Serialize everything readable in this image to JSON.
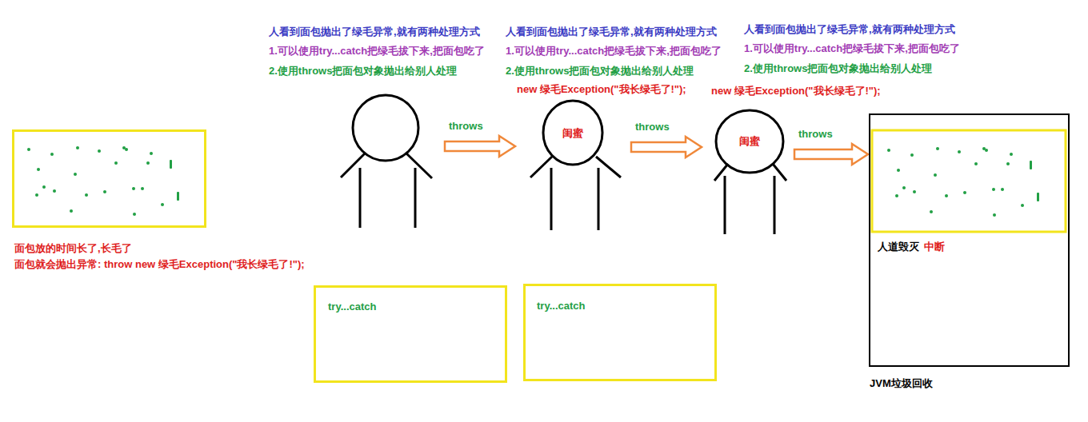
{
  "diagram": {
    "nodes": [
      {
        "text": [
          "面包放的时间长了,长毛了",
          "面包就会抛出异常: throw new 绿毛Exception(\"我长绿毛了!\");"
        ]
      },
      {
        "text": [
          "人看到面包抛出了绿毛异常,就有两种处理方式",
          "1.可以使用try...catch把绿毛拔下来,把面包吃了",
          "2.使用throws把面包对象抛出给别人处理"
        ]
      },
      {
        "text": [
          "人看到面包抛出了绿毛异常,就有两种处理方式",
          "1.可以使用try...catch把绿毛拔下来,把面包吃了",
          "2.使用throws把面包对象抛出给别人处理",
          "new 绿毛Exception(\"我长绿毛了!\");",
          "闺蜜"
        ]
      },
      {
        "text": [
          "人看到面包抛出了绿毛异常,就有两种处理方式",
          "1.可以使用try...catch把绿毛拔下来,把面包吃了",
          "2.使用throws把面包对象抛出给别人处理",
          "new 绿毛Exception(\"我长绿毛了!\");",
          "闺蜜"
        ]
      },
      {
        "text": [
          "人道毁灭",
          "中断",
          "JVM垃圾回收"
        ]
      },
      {
        "text": [
          "try...catch"
        ]
      },
      {
        "text": [
          "try...catch"
        ]
      }
    ],
    "edges": [
      {
        "from": 1,
        "to": 2,
        "arrow": "to",
        "label": "throws"
      },
      {
        "from": 2,
        "to": 3,
        "arrow": "to",
        "label": "throws"
      },
      {
        "from": 3,
        "to": 4,
        "arrow": "to",
        "label": "throws"
      }
    ]
  }
}
